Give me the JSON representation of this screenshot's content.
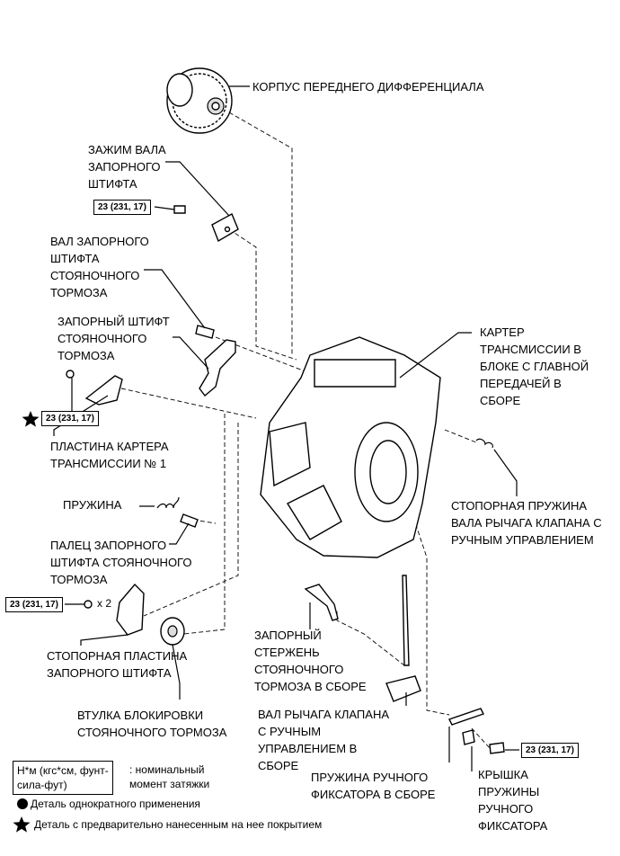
{
  "labels": {
    "diff_case": "КОРПУС ПЕРЕДНЕГО ДИФФЕРЕНЦИАЛА",
    "pin_shaft_clamp": [
      "ЗАЖИМ ВАЛА",
      "ЗАПОРНОГО",
      "ШТИФТА"
    ],
    "pin_shaft": [
      "ВАЛ ЗАПОРНОГО",
      "ШТИФТА",
      "СТОЯНОЧНОГО",
      "ТОРМОЗА"
    ],
    "lock_pin": [
      "ЗАПОРНЫЙ ШТИФТ",
      "СТОЯНОЧНОГО",
      "ТОРМОЗА"
    ],
    "case_plate": [
      "ПЛАСТИНА КАРТЕРА",
      "ТРАНСМИССИИ № 1"
    ],
    "spring": "ПРУЖИНА",
    "pin_finger": [
      "ПАЛЕЦ ЗАПОРНОГО",
      "ШТИФТА СТОЯНОЧНОГО",
      "ТОРМОЗА"
    ],
    "lock_plate": [
      "СТОПОРНАЯ ПЛАСТИНА",
      "ЗАПОРНОГО ШТИФТА"
    ],
    "bushing": [
      "ВТУЛКА БЛОКИРОВКИ",
      "СТОЯНОЧНОГО ТОРМОЗА"
    ],
    "transaxle_case": [
      "КАРТЕР",
      "ТРАНСМИССИИ В",
      "БЛОКЕ С ГЛАВНОЙ",
      "ПЕРЕДАЧЕЙ В",
      "СБОРЕ"
    ],
    "retaining_spring": [
      "СТОПОРНАЯ ПРУЖИНА",
      "ВАЛА РЫЧАГА КЛАПАНА С",
      "РУЧНЫМ УПРАВЛЕНИЕМ"
    ],
    "lock_rod": [
      "ЗАПОРНЫЙ",
      "СТЕРЖЕНЬ",
      "СТОЯНОЧНОГО",
      "ТОРМОЗА В СБОРЕ"
    ],
    "valve_lever_shaft": [
      "ВАЛ РЫЧАГА КЛАПАНА",
      "С РУЧНЫМ",
      "УПРАВЛЕНИЕМ В",
      "СБОРЕ"
    ],
    "detent_spring": [
      "ПРУЖИНА РУЧНОГО",
      "ФИКСАТОРА В СБОРЕ"
    ],
    "detent_cover": [
      "КРЫШКА",
      "ПРУЖИНЫ",
      "РУЧНОГО",
      "ФИКСАТОРА"
    ]
  },
  "torque": {
    "value": "23 (231, 17)",
    "multiplier": "x 2"
  },
  "legend": {
    "unit": [
      "Н*м (кгс*см, фунт-",
      "сила-фут)"
    ],
    "unit_desc": [
      ": номинальный",
      "момент затяжки"
    ],
    "single_use": "Деталь однократного применения",
    "precoated": "Деталь с предварительно нанесенным на нее покрытием",
    "single_use_icon": "black-circle-icon",
    "precoated_icon": "black-star-icon"
  }
}
